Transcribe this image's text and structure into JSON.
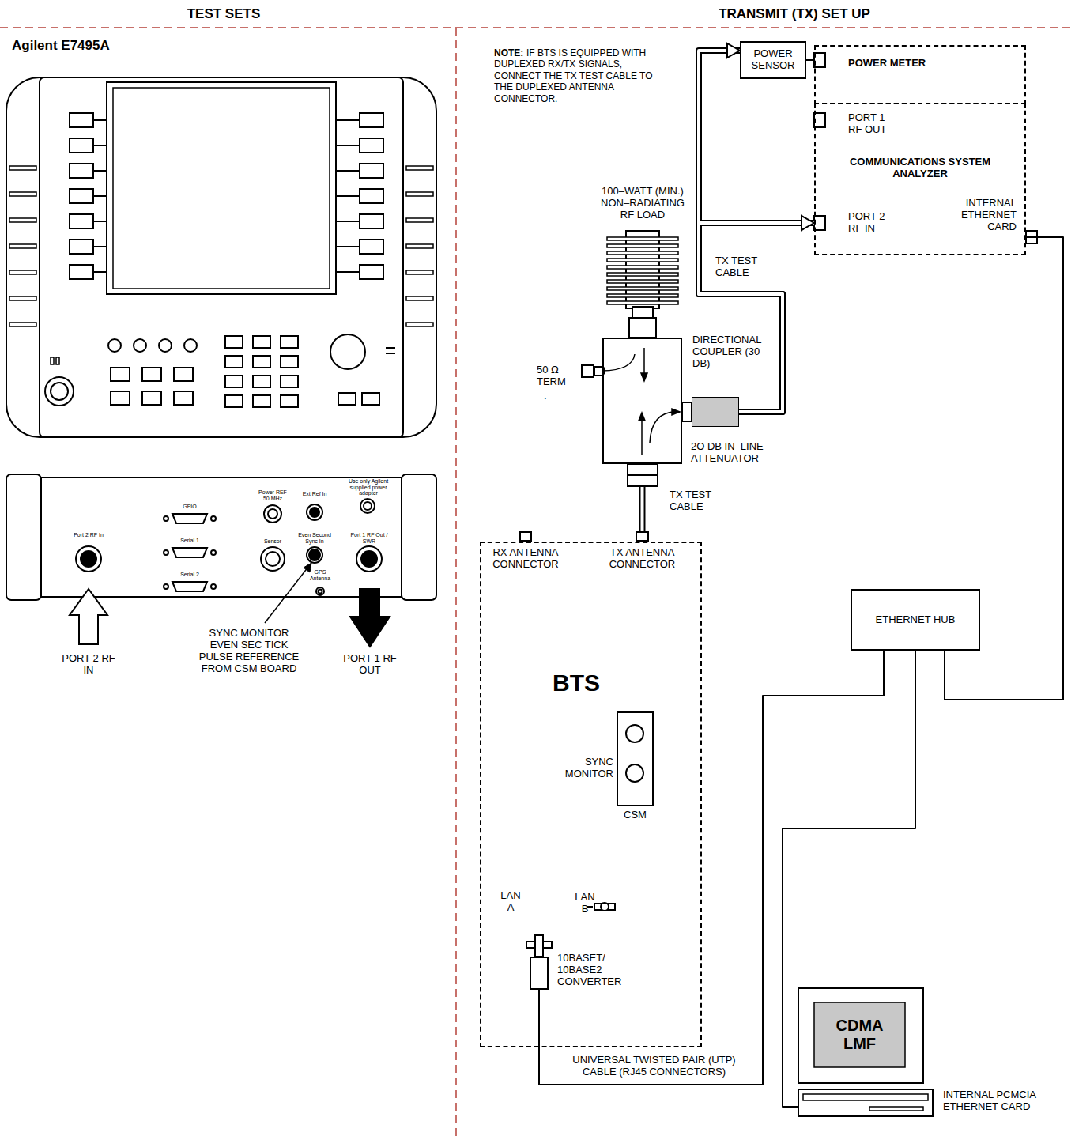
{
  "diagram": {
    "nodes": [
      {
        "text": [
          "POWER SENSOR"
        ]
      },
      {
        "text": [
          "POWER METER"
        ]
      },
      {
        "text": [
          "PORT 1 RF OUT",
          "COMMUNICATIONS SYSTEM ANALYZER",
          "PORT 2 RF IN",
          "INTERNAL ETHERNET CARD"
        ]
      },
      {
        "text": [
          "100–WATT (MIN.) NON–RADIATING RF LOAD"
        ]
      },
      {
        "text": [
          "DIRECTIONAL COUPLER (30 DB)"
        ]
      },
      {
        "text": [
          "50 Ω TERM"
        ]
      },
      {
        "text": [
          "2O DB IN–LINE ATTENUATOR"
        ]
      },
      {
        "text": [
          "BTS"
        ]
      },
      {
        "text": [
          "RX ANTENNA CONNECTOR"
        ],
        "in": 7
      },
      {
        "text": [
          "TX ANTENNA CONNECTOR"
        ],
        "in": 7
      },
      {
        "text": [
          "SYNC MONITOR",
          "CSM"
        ],
        "in": 7
      },
      {
        "text": [
          "10BASET/ 10BASE2 CONVERTER"
        ],
        "in": 7
      },
      {
        "text": [
          "ETHERNET HUB"
        ]
      },
      {
        "text": [
          "CDMA LMF",
          "INTERNAL PCMCIA ETHERNET CARD"
        ]
      }
    ],
    "edges": [
      {
        "from": 9,
        "to": 4,
        "arrow": "none",
        "label": "TX TEST CABLE"
      },
      {
        "from": 4,
        "to": 3,
        "arrow": "none"
      },
      {
        "from": 5,
        "to": 4,
        "arrow": "none"
      },
      {
        "from": 4,
        "to": 6,
        "arrow": "none"
      },
      {
        "from": 6,
        "to": 2,
        "arrow": "to",
        "label": "TX TEST CABLE"
      },
      {
        "from": 6,
        "to": 0,
        "arrow": "to"
      },
      {
        "from": 0,
        "to": 1,
        "arrow": "none"
      },
      {
        "from": 2,
        "to": 12,
        "arrow": "none"
      },
      {
        "from": 12,
        "to": 11,
        "arrow": "none",
        "label": "UNIVERSAL TWISTED PAIR (UTP) CABLE (RJ45 CONNECTORS)"
      },
      {
        "from": 12,
        "to": 13,
        "arrow": "none"
      }
    ],
    "labels": [
      "TEST SETS",
      "TRANSMIT (TX) SET UP",
      "Agilent E7495A",
      "GPIO",
      "Power REF 50 MHz",
      "Ext Ref In",
      "Use only Agilent supplied power adapter",
      "Port 2 RF In",
      "Serial 1",
      "Even Second Sync In",
      "Port 1 RF Out / SWR",
      "Sensor",
      "Serial 2",
      "GPS Antenna",
      "PORT 2 RF IN",
      "SYNC MONITOR EVEN SEC TICK PULSE REFERENCE FROM CSM BOARD",
      "PORT 1 RF OUT",
      "NOTE:",
      "IF BTS IS EQUIPPED WITH DUPLEXED RX/TX SIGNALS, CONNECT THE TX TEST CABLE TO THE DUPLEXED ANTENNA CONNECTOR.",
      ".",
      "LAN A",
      "LAN B"
    ]
  }
}
